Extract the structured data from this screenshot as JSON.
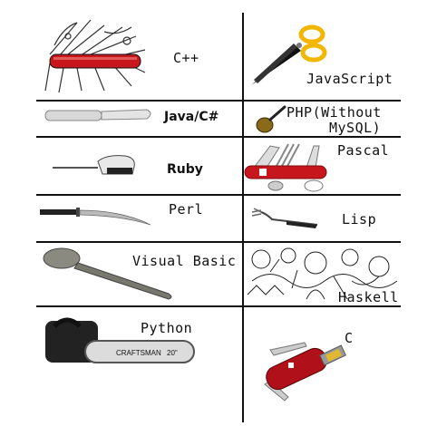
{
  "rows": [
    {
      "left": {
        "label": "C++",
        "icon": "giant-swiss-army-knife-icon"
      },
      "right": {
        "label": "JavaScript",
        "icon": "scissors-icon"
      }
    },
    {
      "left": {
        "label": "Java/C#",
        "icon": "butter-knife-icon"
      },
      "right": {
        "label_line1": "PHP(Without",
        "label_line2": "MySQL)",
        "icon": "bent-spoon-icon"
      }
    },
    {
      "left": {
        "label": "Ruby",
        "icon": "electric-knife-icon"
      },
      "right": {
        "label": "Pascal",
        "icon": "multitool-cutlery-icon"
      }
    },
    {
      "left": {
        "label": "Perl",
        "icon": "katana-icon"
      },
      "right": {
        "label": "Lisp",
        "icon": "bent-fork-icon"
      }
    },
    {
      "left": {
        "label": "Visual Basic",
        "icon": "spoon-icon"
      },
      "right": {
        "label": "Haskell",
        "icon": "abstract-sketch-icon"
      }
    },
    {
      "left": {
        "label": "Python",
        "icon": "chainsaw-icon",
        "brand_text": "CRAFTSMAN",
        "size_text": "20\""
      },
      "right": {
        "label": "C",
        "icon": "swiss-army-knife-usb-icon"
      }
    }
  ],
  "colors": {
    "line": "#111111",
    "scissor_handle": "#f2b705",
    "swiss_red": "#c8161d"
  }
}
